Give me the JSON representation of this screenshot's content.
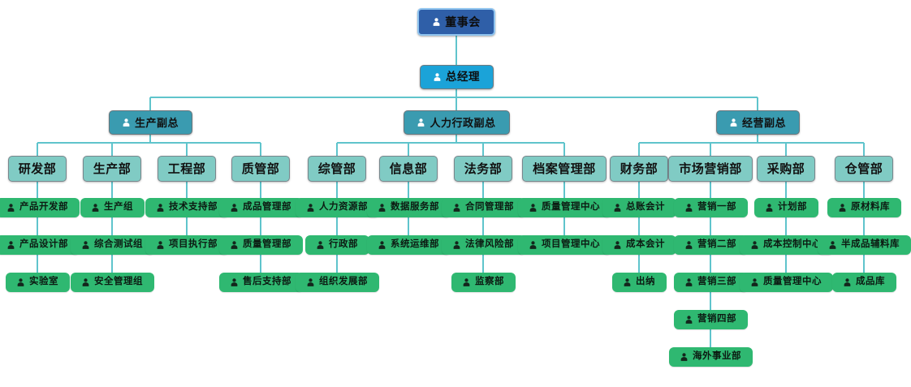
{
  "meta": {
    "title": "组织架构图",
    "person_icon": "person-icon"
  },
  "colors": {
    "root": "#2f5fa8",
    "root_ring": "#8fc4ef",
    "level1": "#1ba3d8",
    "level2": "#3a9bb0",
    "level3": "#80cbc4",
    "leaf": "#2fb871",
    "connector": "#5fc4cc",
    "background": "#ffffff"
  },
  "root": {
    "label": "董事会"
  },
  "level1": {
    "label": "总经理"
  },
  "level2": [
    {
      "label": "生产副总"
    },
    {
      "label": "人力行政副总"
    },
    {
      "label": "经营副总"
    }
  ],
  "columns": [
    {
      "dept": "研发部",
      "children": [
        "产品开发部",
        "产品设计部",
        "实验室"
      ]
    },
    {
      "dept": "生产部",
      "children": [
        "生产组",
        "综合测试组",
        "安全管理组"
      ]
    },
    {
      "dept": "工程部",
      "children": [
        "技术支持部",
        "项目执行部"
      ]
    },
    {
      "dept": "质管部",
      "children": [
        "成品管理部",
        "质量管理部",
        "售后支持部"
      ]
    },
    {
      "dept": "综管部",
      "children": [
        "人力资源部",
        "行政部",
        "组织发展部"
      ]
    },
    {
      "dept": "信息部",
      "children": [
        "数据服务部",
        "系统运维部"
      ]
    },
    {
      "dept": "法务部",
      "children": [
        "合同管理部",
        "法律风险部",
        "监察部"
      ]
    },
    {
      "dept": "档案管理部",
      "children": [
        "质量管理中心",
        "项目管理中心"
      ]
    },
    {
      "dept": "财务部",
      "children": [
        "总账会计",
        "成本会计",
        "出纳"
      ]
    },
    {
      "dept": "市场营销部",
      "children": [
        "营销一部",
        "营销二部",
        "营销三部",
        "营销四部",
        "海外事业部"
      ]
    },
    {
      "dept": "采购部",
      "children": [
        "计划部",
        "成本控制中心",
        "质量管理中心"
      ]
    },
    {
      "dept": "仓管部",
      "children": [
        "原材料库",
        "半成品辅料库",
        "成品库"
      ]
    }
  ]
}
